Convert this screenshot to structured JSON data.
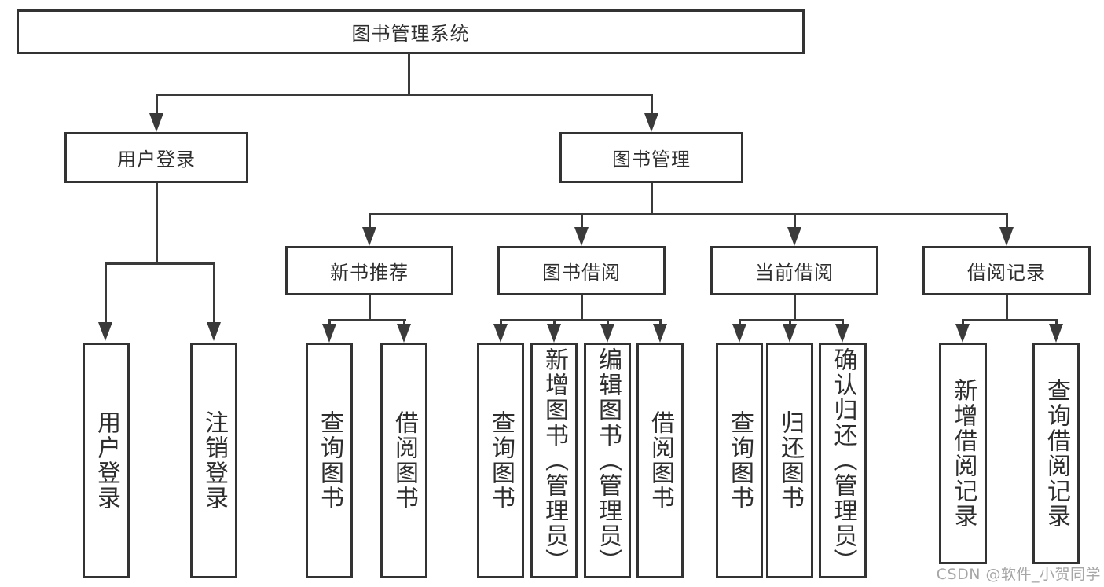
{
  "tree": {
    "root": "图书管理系统",
    "level2": {
      "user_login": "用户登录",
      "book_management": "图书管理"
    },
    "level3": {
      "new_book": "新书推荐",
      "book_borrow": "图书借阅",
      "current_borrow": "当前借阅",
      "borrow_record": "借阅记录"
    },
    "leaves": {
      "user_login_1": "用户登录",
      "user_login_2": "注销登录",
      "new_book_1": "查询图书",
      "new_book_2": "借阅图书",
      "book_borrow_1": "查询图书",
      "book_borrow_2": "新增图书（管理员）",
      "book_borrow_3": "编辑图书（管理员）",
      "book_borrow_4": "借阅图书",
      "current_borrow_1": "查询图书",
      "current_borrow_2": "归还图书",
      "current_borrow_3": "确认归还（管理员）",
      "borrow_record_1": "新增借阅记录",
      "borrow_record_2": "查询借阅记录"
    }
  },
  "watermark": "CSDN @软件_小贺同学",
  "colors": {
    "line": "#3a3a3a",
    "box_border": "#333333",
    "text": "#2e2e2e",
    "watermark": "#a6a6a6",
    "background": "#ffffff"
  }
}
